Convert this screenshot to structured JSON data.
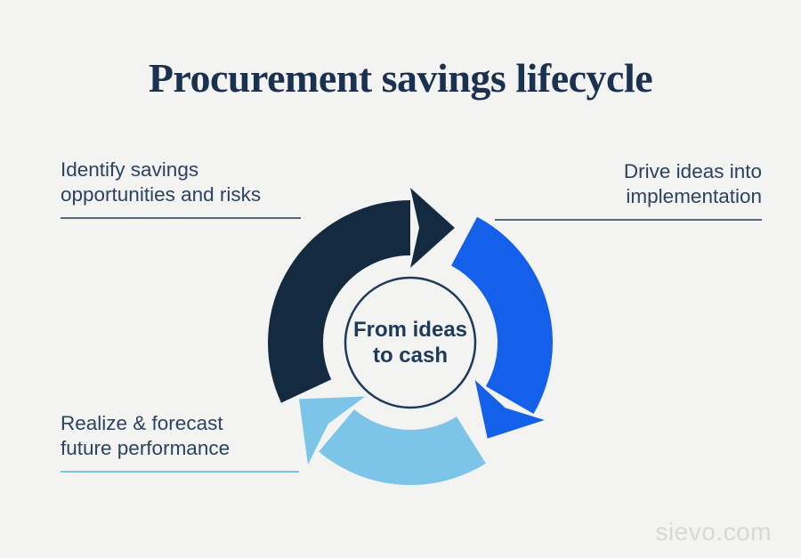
{
  "title": "Procurement savings lifecycle",
  "steps": {
    "identify": {
      "line1": "Identify savings",
      "line2": "opportunities and risks"
    },
    "drive": {
      "line1": "Drive ideas into",
      "line2": "implementation"
    },
    "realize": {
      "line1": "Realize & forecast",
      "line2": "future performance"
    }
  },
  "center_label": {
    "line1": "From ideas",
    "line2": "to cash"
  },
  "footer_brand": "sievo.com",
  "colors": {
    "background": "#f3f3f1",
    "title_text": "#1b3150",
    "label_text": "#2b4361",
    "navy_arc": "#142a41",
    "blue_arc": "#1560ea",
    "lightblue_arc": "#7cc5e8",
    "circle_outline": "#1e3a5a",
    "underline_dark": "#56687a",
    "underline_light": "#7cc5e9",
    "brand_text": "#d8d8d6"
  }
}
